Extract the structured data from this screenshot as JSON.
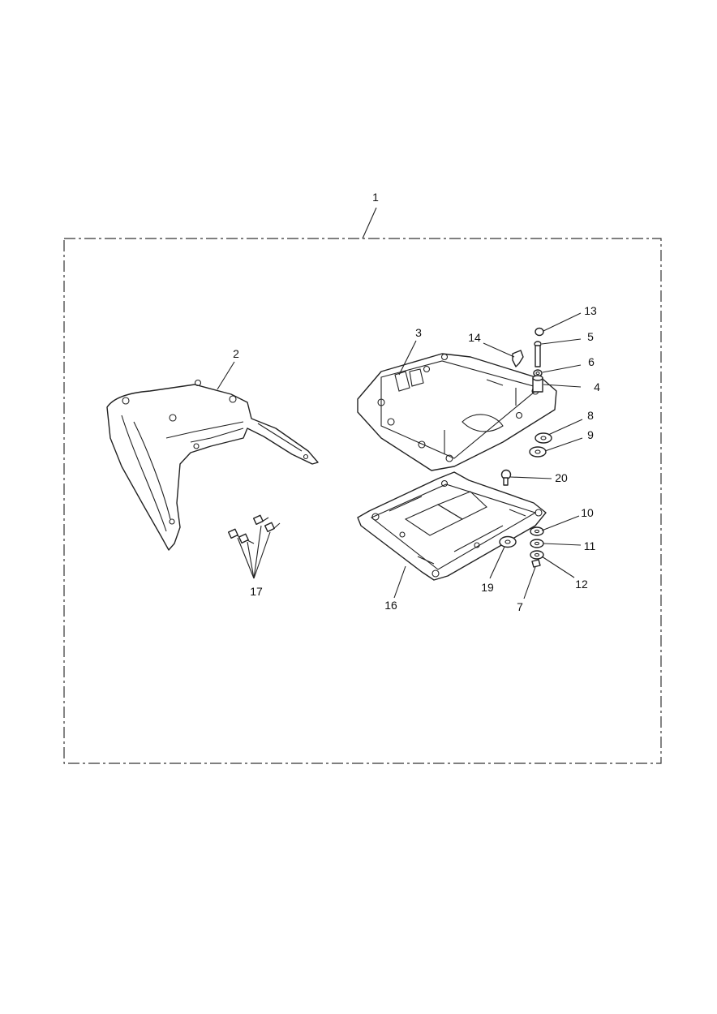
{
  "diagram": {
    "type": "exploded-parts-diagram",
    "callouts": [
      {
        "id": "c1",
        "label": "1"
      },
      {
        "id": "c2",
        "label": "2"
      },
      {
        "id": "c3",
        "label": "3"
      },
      {
        "id": "c4",
        "label": "4"
      },
      {
        "id": "c5",
        "label": "5"
      },
      {
        "id": "c6",
        "label": "6"
      },
      {
        "id": "c7",
        "label": "7"
      },
      {
        "id": "c8",
        "label": "8"
      },
      {
        "id": "c9",
        "label": "9"
      },
      {
        "id": "c10",
        "label": "10"
      },
      {
        "id": "c11",
        "label": "11"
      },
      {
        "id": "c12",
        "label": "12"
      },
      {
        "id": "c13",
        "label": "13"
      },
      {
        "id": "c14",
        "label": "14"
      },
      {
        "id": "c16",
        "label": "16"
      },
      {
        "id": "c17",
        "label": "17"
      },
      {
        "id": "c19",
        "label": "19"
      },
      {
        "id": "c20",
        "label": "20"
      }
    ]
  }
}
